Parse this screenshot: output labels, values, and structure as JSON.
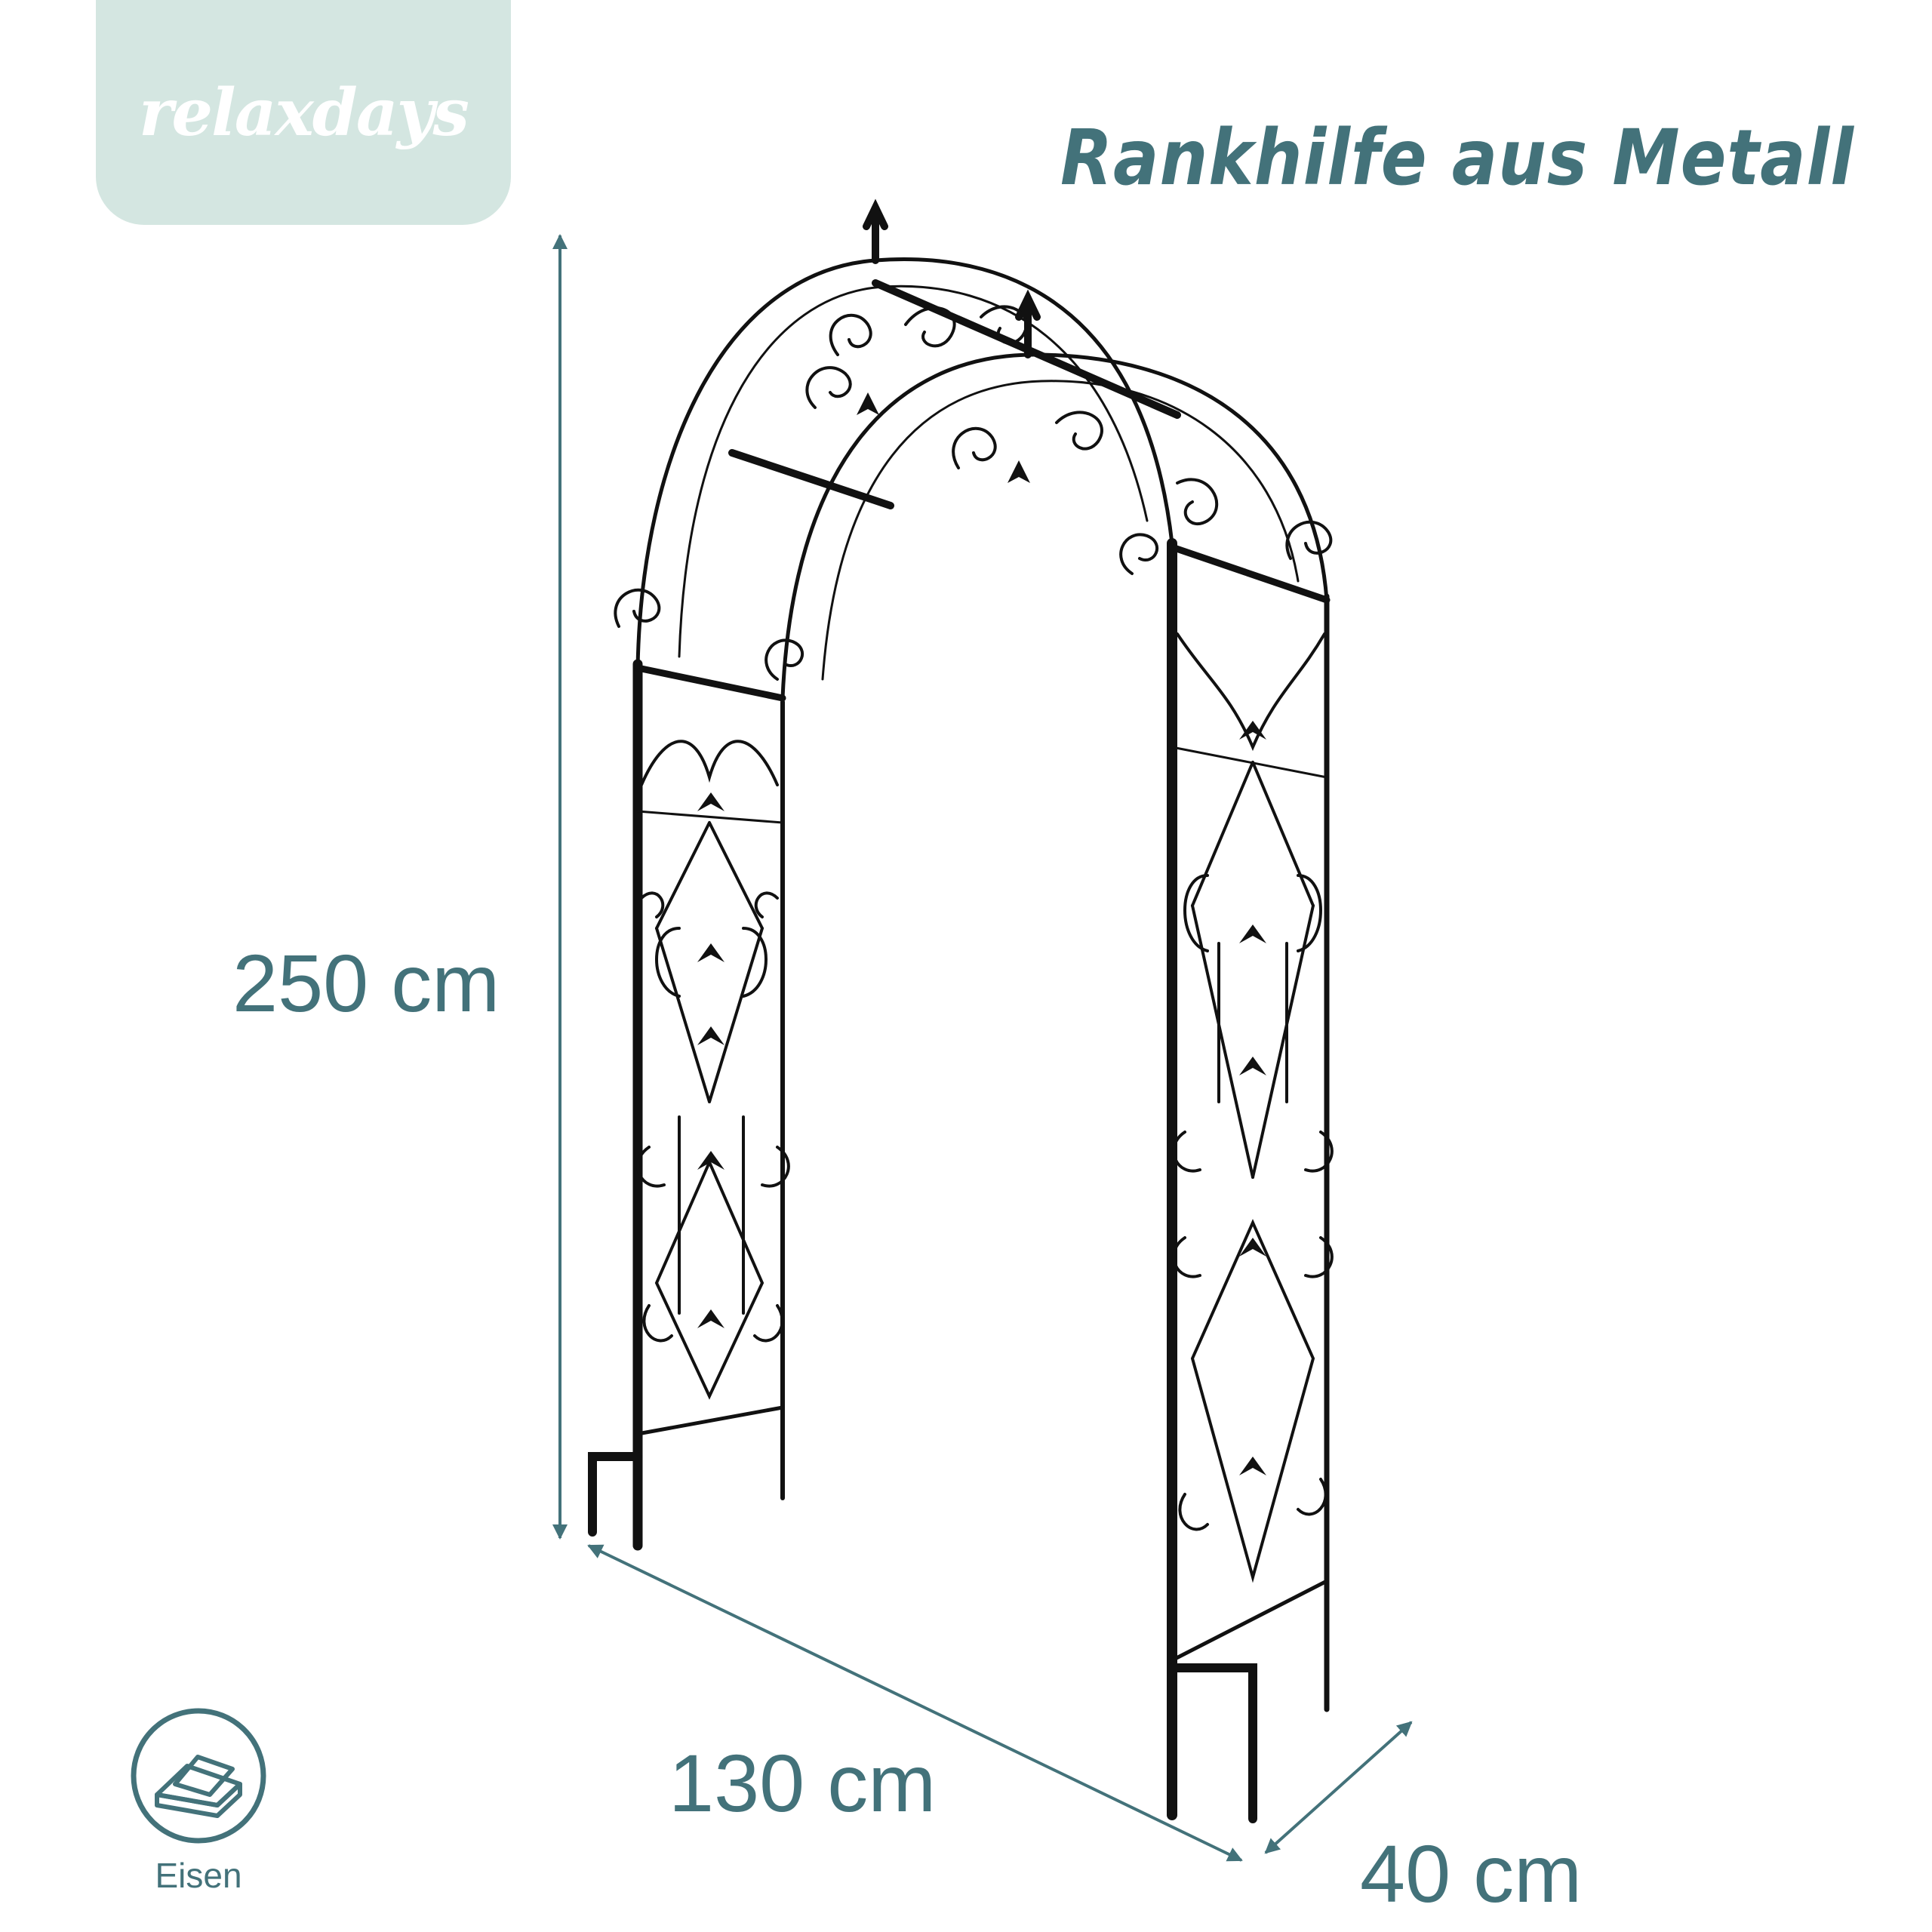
{
  "brand": {
    "logo_text": "relaxdays"
  },
  "title": "Rankhilfe aus Metall",
  "dimensions": {
    "height": "250 cm",
    "width": "130 cm",
    "depth": "40 cm"
  },
  "material": {
    "label": "Eisen",
    "icon": "iron-ingot-icon"
  },
  "colors": {
    "accent": "#43727a",
    "logo_bg": "#d4e6e1",
    "product": "#111111"
  }
}
